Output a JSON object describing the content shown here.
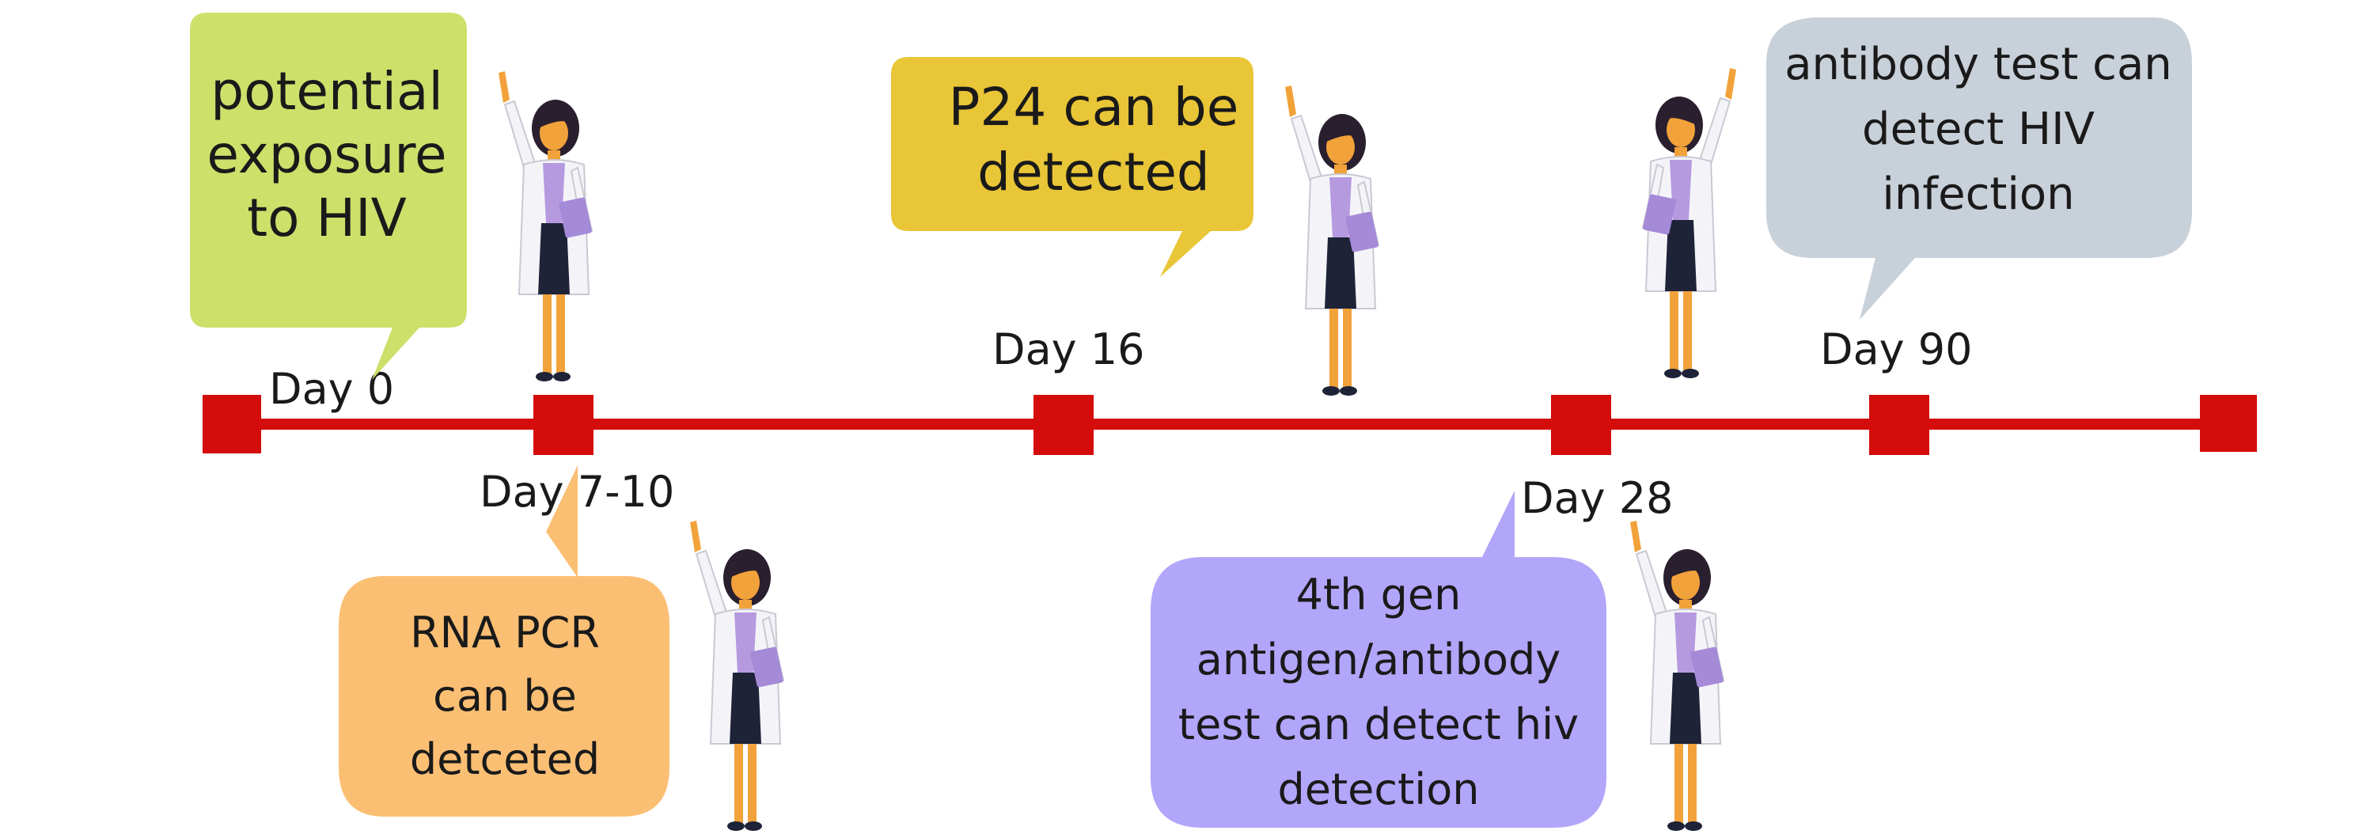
{
  "colors": {
    "timeline": "#d40c0c",
    "bubble_exposure": "#cde06a",
    "bubble_p24": "#e8c637",
    "bubble_antibody": "#c8d0d9",
    "bubble_rna": "#fbbf74",
    "bubble_4thgen": "#b1a6fa",
    "coat": "#f4f4f8",
    "skin": "#f2a23a",
    "hair": "#2a1f2e",
    "dress": "#1e2338",
    "shirt": "#b59ae0",
    "clipboard": "#a58ad8"
  },
  "milestones": [
    {
      "id": "day0",
      "label": "Day 0"
    },
    {
      "id": "day7",
      "label": "Day 7-10"
    },
    {
      "id": "day16",
      "label": "Day 16"
    },
    {
      "id": "day28",
      "label": "Day 28"
    },
    {
      "id": "day90",
      "label": "Day 90"
    }
  ],
  "bubbles": {
    "exposure": {
      "lines": [
        "potential",
        "exposure",
        "to HIV"
      ]
    },
    "p24": {
      "lines": [
        "P24 can be",
        "detected"
      ]
    },
    "antibody": {
      "lines": [
        "antibody test can",
        "detect HIV",
        "infection"
      ]
    },
    "rna": {
      "lines": [
        "RNA PCR",
        "can be",
        "detceted"
      ]
    },
    "fourthgen": {
      "lines": [
        "4th gen",
        "antigen/antibody",
        "test can detect hiv",
        "detection"
      ]
    }
  },
  "icons": {
    "doctor": "doctor-pointing-icon"
  }
}
